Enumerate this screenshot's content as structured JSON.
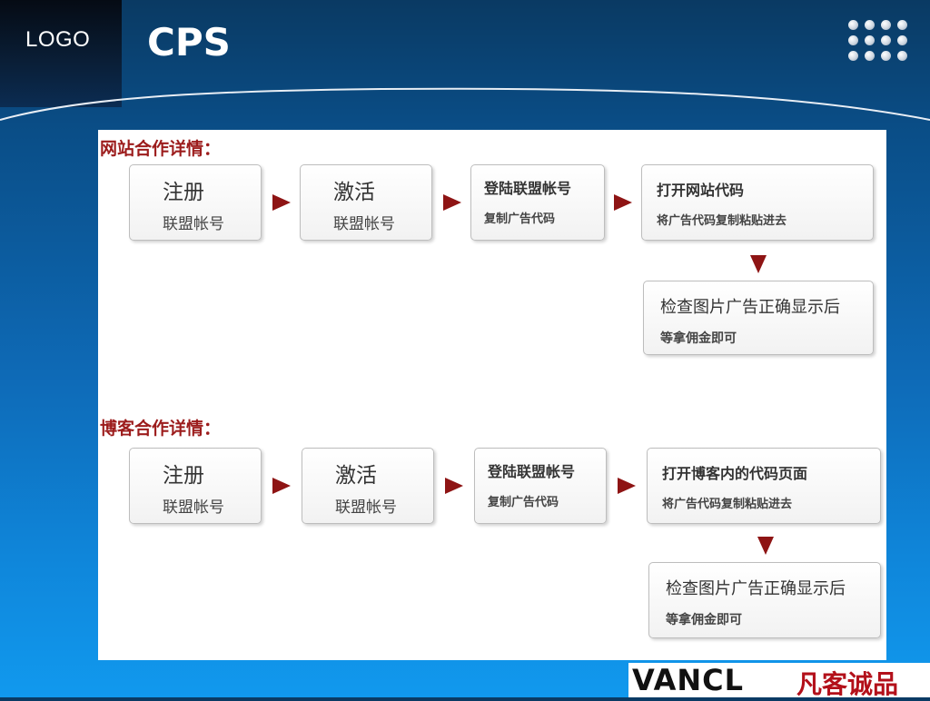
{
  "header": {
    "logo": "LOGO",
    "title": "CPS"
  },
  "website": {
    "title": "网站合作详情：",
    "steps": [
      {
        "line1": "注册",
        "line2": "联盟帐号"
      },
      {
        "line1": "激活",
        "line2": "联盟帐号"
      },
      {
        "line1": "登陆联盟帐号",
        "line2": "复制广告代码"
      },
      {
        "line1": "打开网站代码",
        "line2": "将广告代码复制粘贴进去"
      },
      {
        "line1": "检查图片广告正确显示后",
        "line2": "等拿佣金即可"
      }
    ]
  },
  "blog": {
    "title": "博客合作详情：",
    "steps": [
      {
        "line1": "注册",
        "line2": "联盟帐号"
      },
      {
        "line1": "激活",
        "line2": "联盟帐号"
      },
      {
        "line1": "登陆联盟帐号",
        "line2": "复制广告代码"
      },
      {
        "line1": "打开博客内的代码页面",
        "line2": "将广告代码复制粘贴进去"
      },
      {
        "line1": "检查图片广告正确显示后",
        "line2": "等拿佣金即可"
      }
    ]
  },
  "brand": {
    "en": "VANCL",
    "cn": "凡客诚品"
  },
  "colors": {
    "arrow": "#8e1414",
    "section_title": "#9c1c1c",
    "brand_cn": "#b3101a"
  }
}
